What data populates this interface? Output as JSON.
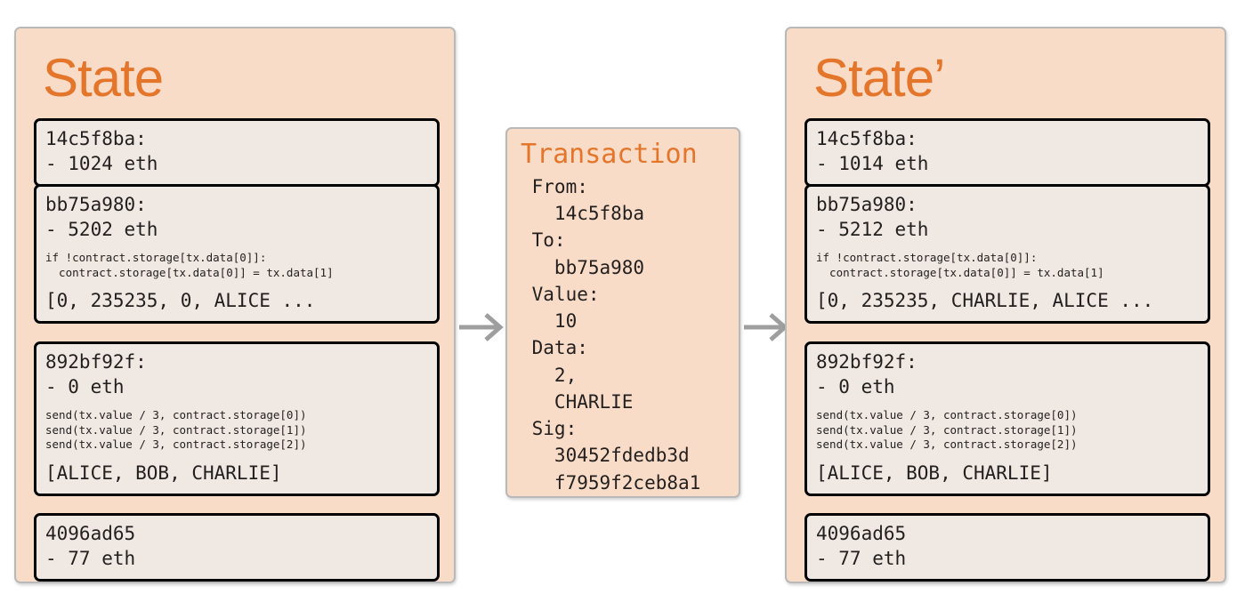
{
  "diagram": {
    "title_colors": {
      "heading": "#E4762B",
      "panel_bg": "#F8DCC8",
      "box_bg": "#EFE8E3",
      "box_border": "#000000",
      "arrow": "#9E9E9E"
    },
    "state_before": {
      "title": "State",
      "accounts": [
        {
          "address": "14c5f8ba:",
          "balance": "- 1024 eth",
          "code": "",
          "storage": ""
        },
        {
          "address": "bb75a980:",
          "balance": "- 5202 eth",
          "code": "if !contract.storage[tx.data[0]]:\n  contract.storage[tx.data[0]] = tx.data[1]",
          "storage": "[0, 235235, 0, ALICE ..."
        },
        {
          "address": "892bf92f:",
          "balance": "- 0 eth",
          "code": "send(tx.value / 3, contract.storage[0])\nsend(tx.value / 3, contract.storage[1])\nsend(tx.value / 3, contract.storage[2])",
          "storage": "[ALICE, BOB, CHARLIE]"
        },
        {
          "address": "4096ad65",
          "balance": "- 77 eth",
          "code": "",
          "storage": ""
        }
      ]
    },
    "transaction": {
      "title": "Transaction",
      "body": " From:\n   14c5f8ba\n To:\n   bb75a980\n Value:\n   10\n Data:\n   2,\n   CHARLIE\n Sig:\n   30452fdedb3d\n   f7959f2ceb8a1",
      "fields": {
        "from_label": "From:",
        "from_value": "14c5f8ba",
        "to_label": "To:",
        "to_value": "bb75a980",
        "value_label": "Value:",
        "value_value": "10",
        "data_label": "Data:",
        "data_value_1": "2,",
        "data_value_2": "CHARLIE",
        "sig_label": "Sig:",
        "sig_value_1": "30452fdedb3d",
        "sig_value_2": "f7959f2ceb8a1"
      }
    },
    "state_after": {
      "title": "State’",
      "accounts": [
        {
          "address": "14c5f8ba:",
          "balance": "- 1014 eth",
          "code": "",
          "storage": ""
        },
        {
          "address": "bb75a980:",
          "balance": "- 5212 eth",
          "code": "if !contract.storage[tx.data[0]]:\n  contract.storage[tx.data[0]] = tx.data[1]",
          "storage": "[0, 235235, CHARLIE, ALICE ..."
        },
        {
          "address": "892bf92f:",
          "balance": "- 0 eth",
          "code": "send(tx.value / 3, contract.storage[0])\nsend(tx.value / 3, contract.storage[1])\nsend(tx.value / 3, contract.storage[2])",
          "storage": "[ALICE, BOB, CHARLIE]"
        },
        {
          "address": "4096ad65",
          "balance": "- 77 eth",
          "code": "",
          "storage": ""
        }
      ]
    },
    "arrows": [
      {
        "name": "arrow-state-to-transaction"
      },
      {
        "name": "arrow-transaction-to-state-prime"
      }
    ]
  }
}
